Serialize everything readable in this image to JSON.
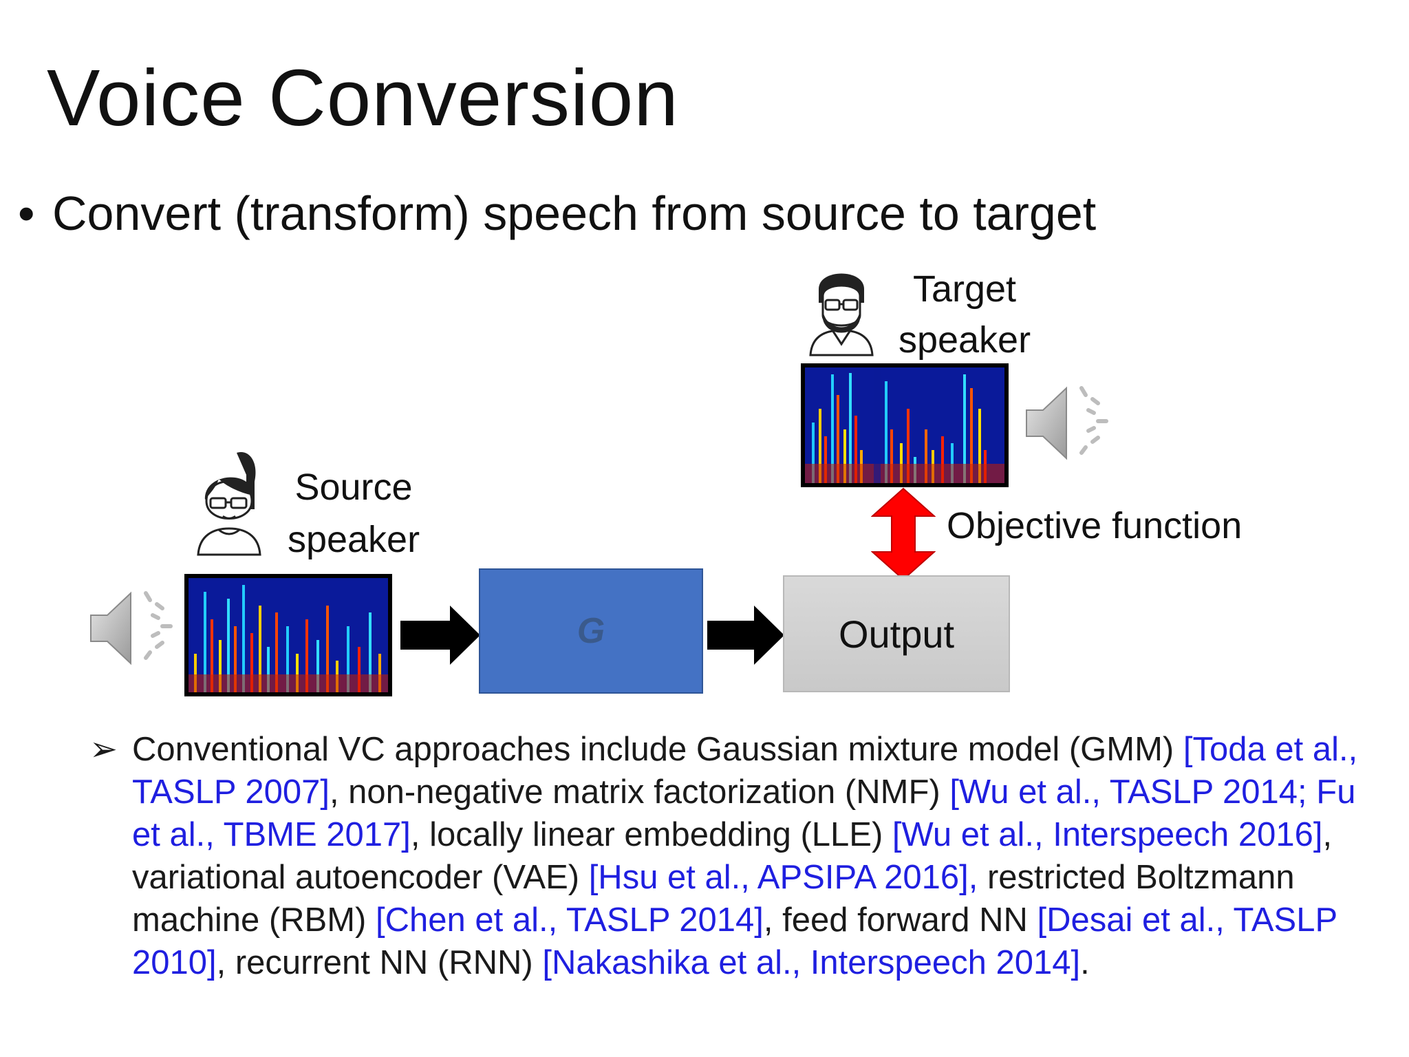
{
  "slide": {
    "title": "Voice Conversion",
    "bullet_symbol": "•",
    "bullet_text": "Convert (transform) speech from source to target"
  },
  "diagram": {
    "source_label_line1": "Source",
    "source_label_line2": "speaker",
    "target_label_line1": "Target",
    "target_label_line2": "speaker",
    "generator_label": "G",
    "output_label": "Output",
    "objective_label": "Objective function"
  },
  "subbullet": {
    "symbol": "➢",
    "segments": [
      {
        "text": "Conventional VC approaches include Gaussian mixture model (GMM) ",
        "ref": false
      },
      {
        "text": "[Toda et al., TASLP 2007]",
        "ref": true
      },
      {
        "text": ", non-negative matrix factorization (NMF) ",
        "ref": false
      },
      {
        "text": "[Wu et al., TASLP 2014; Fu et al., TBME 2017]",
        "ref": true
      },
      {
        "text": ", locally linear embedding (LLE) ",
        "ref": false
      },
      {
        "text": "[Wu et al., Interspeech 2016]",
        "ref": true
      },
      {
        "text": ", variational autoencoder (VAE) ",
        "ref": false
      },
      {
        "text": "[Hsu et al., APSIPA 2016], ",
        "ref": true
      },
      {
        "text": "restricted Boltzmann machine (RBM) ",
        "ref": false
      },
      {
        "text": "[Chen et al., TASLP 2014]",
        "ref": true
      },
      {
        "text": ", feed forward NN ",
        "ref": false
      },
      {
        "text": "[Desai et al., TASLP 2010]",
        "ref": true
      },
      {
        "text": ", recurrent NN (RNN) ",
        "ref": false
      },
      {
        "text": "[Nakashika et al., Interspeech 2014]",
        "ref": true
      },
      {
        "text": ".",
        "ref": false
      }
    ]
  },
  "colors": {
    "generator_box": "#4472c4",
    "output_box": "#d0d0d0",
    "objective_arrow": "#ff0000",
    "reference_text": "#1f1fe0"
  },
  "icons": {
    "source_avatar": "female-avatar-icon",
    "target_avatar": "male-avatar-icon",
    "speaker": "speaker-sound-icon"
  }
}
